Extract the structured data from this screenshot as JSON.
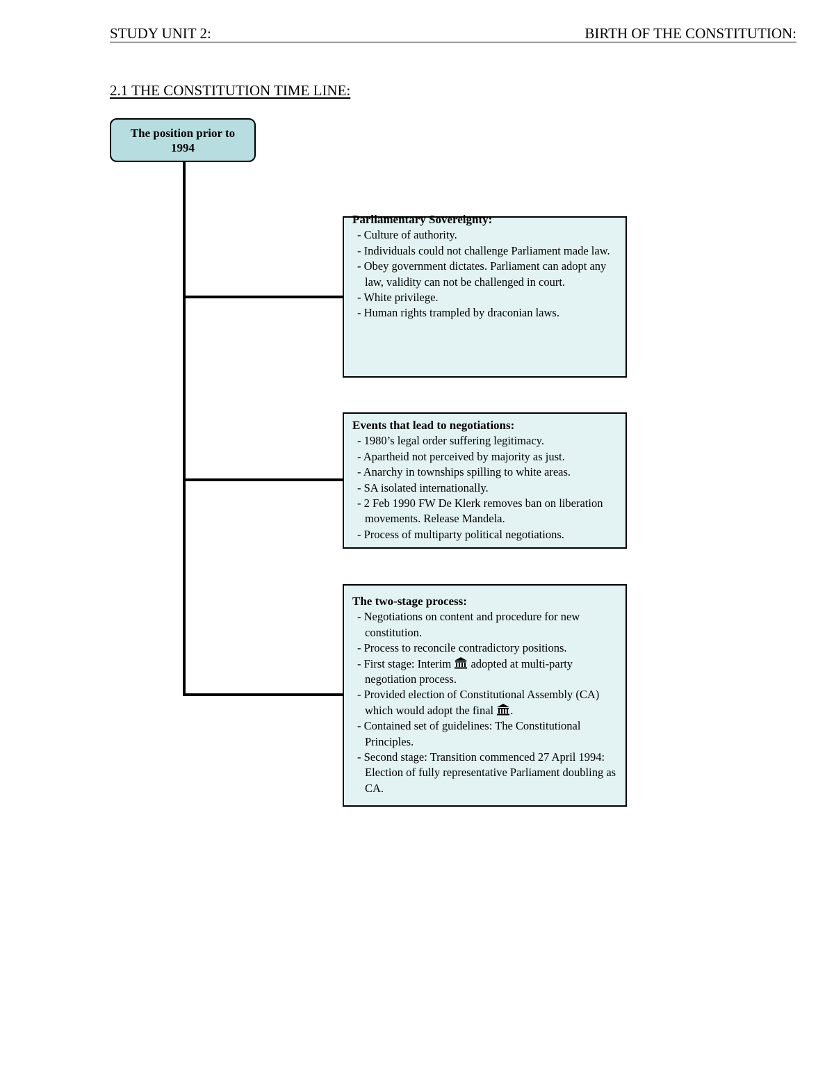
{
  "header": {
    "left": "STUDY UNIT 2:",
    "right": "BIRTH OF THE CONSTITUTION:"
  },
  "section_title": "2.1 THE CONSTITUTION TIME LINE:",
  "root": {
    "label": "The position prior to 1994"
  },
  "boxes": [
    {
      "title": "Parliamentary Sovereignty:",
      "items": [
        "- Culture of authority.",
        "- Individuals could not challenge Parliament made law.",
        "- Obey government dictates. Parliament can adopt any law, validity can not be challenged in court.",
        "- White privilege.",
        "- Human rights trampled by draconian laws."
      ]
    },
    {
      "title": "Events that lead to negotiations:",
      "items": [
        "- 1980’s legal order suffering legitimacy.",
        "- Apartheid not perceived by majority as just.",
        "- Anarchy in townships spilling to white areas.",
        "- SA isolated internationally.",
        "- 2 Feb 1990 FW De Klerk removes ban on liberation movements. Release Mandela.",
        "- Process of multiparty political negotiations."
      ]
    },
    {
      "title": "The two-stage process:",
      "items": [
        "- Negotiations on content and procedure for new constitution.",
        "- Process to reconcile contradictory positions.",
        {
          "before": "- First stage: Interim ",
          "icon": "constitution-icon",
          "after": " adopted at multi-party negotiation process."
        },
        {
          "before": "- Provided election of Constitutional Assembly (CA) which would adopt the final ",
          "icon": "constitution-icon",
          "after": "."
        },
        "- Contained set of guidelines: The Constitutional Principles.",
        "- Second stage: Transition commenced 27 April 1994: Election of fully representative Parliament doubling as CA."
      ]
    }
  ]
}
